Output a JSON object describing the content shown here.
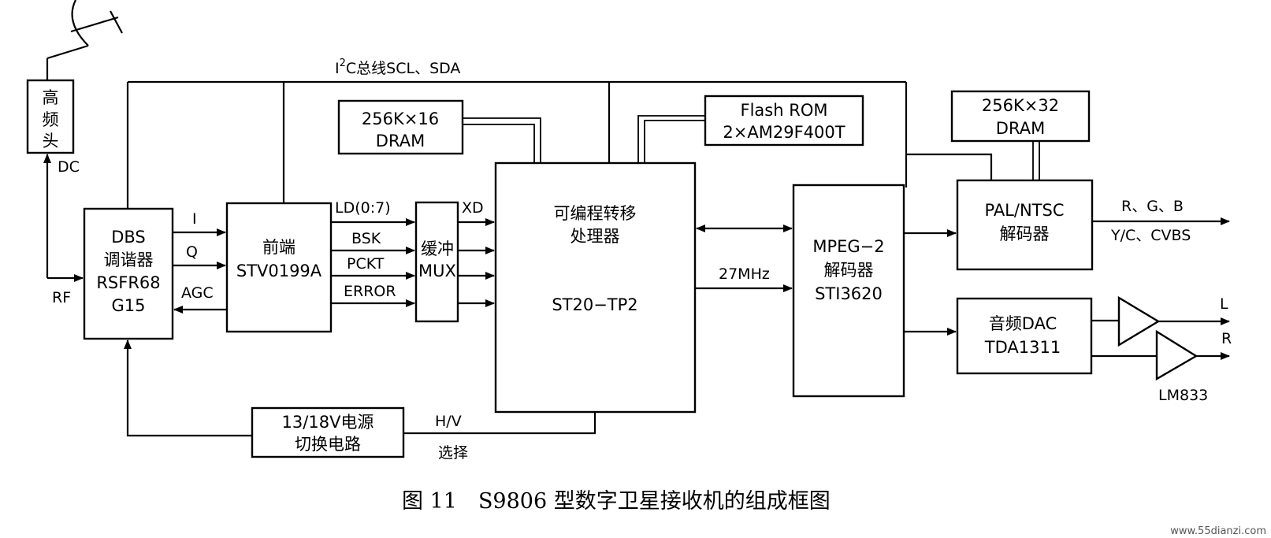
{
  "blocks": {
    "lnb": [
      "高",
      "频",
      "头"
    ],
    "tuner": [
      "DBS",
      "调谐器",
      "RSFR68",
      "G15"
    ],
    "frontend": [
      "前端",
      "STV0199A"
    ],
    "buffer": [
      "缓冲",
      "MUX"
    ],
    "dram16": [
      "256K×16",
      "DRAM"
    ],
    "flash": [
      "Flash ROM",
      "2×AM29F400T"
    ],
    "processor": [
      "可编程转移",
      "处理器",
      "ST20−TP2"
    ],
    "mpeg": [
      "MPEG−2",
      "解码器",
      "STI3620"
    ],
    "dram32": [
      "256K×32",
      "DRAM"
    ],
    "pal": [
      "PAL/NTSC",
      "解码器"
    ],
    "dac": [
      "音频DAC",
      "TDA1311"
    ],
    "power": [
      "13/18V电源",
      "切换电路"
    ]
  },
  "signals": {
    "i2c_prefix": "I",
    "i2c_sup": "2",
    "i2c_rest": "C总线SCL、SDA",
    "dc": "DC",
    "rf": "RF",
    "i": "I",
    "q": "Q",
    "agc": "AGC",
    "ld": "LD(0:7)",
    "bsk": "BSK",
    "pckt": "PCKT",
    "error": "ERROR",
    "xd": "XD",
    "mhz": "27MHz",
    "rgb": "R、G、B",
    "ycvbs": "Y/C、CVBS",
    "l": "L",
    "r": "R",
    "lm833": "LM833",
    "hv": "H/V",
    "select": "选择"
  },
  "caption": "图 11　S9806 型数字卫星接收机的组成框图",
  "watermark": "www.55dianzi.com"
}
